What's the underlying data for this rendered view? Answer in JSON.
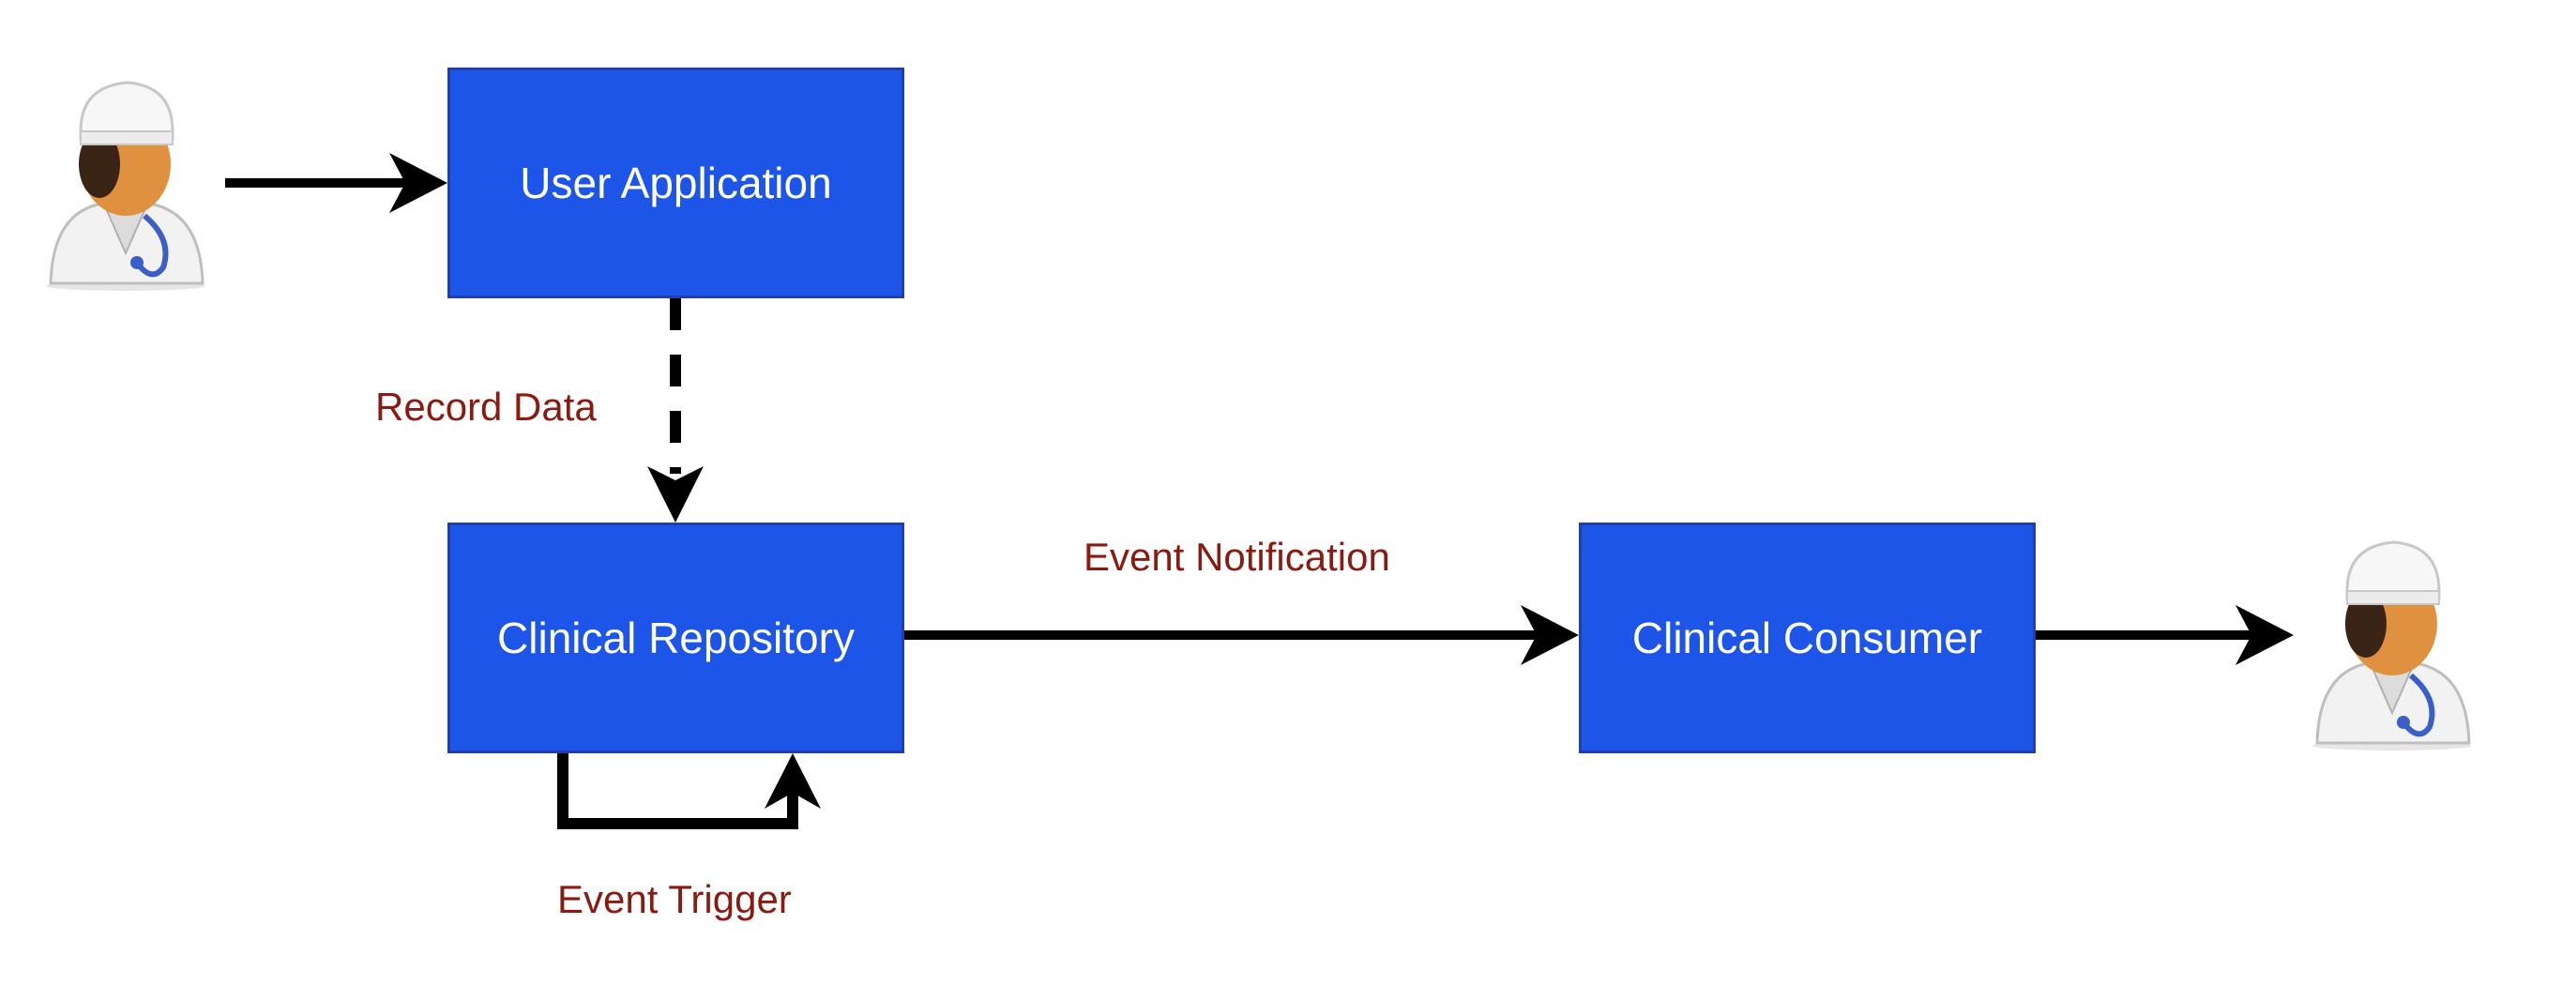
{
  "colors": {
    "box_fill": "#1d55e8",
    "box_border": "#1f3fb0",
    "label_text": "#8b1a10",
    "arrow": "#000000"
  },
  "nodes": {
    "user_application": "User Application",
    "clinical_repository": "Clinical Repository",
    "clinical_consumer": "Clinical Consumer"
  },
  "edges": {
    "record_data": "Record Data",
    "event_notification": "Event Notification",
    "event_trigger": "Event Trigger"
  },
  "actors": {
    "left_icon": "doctor-icon",
    "right_icon": "doctor-icon"
  }
}
